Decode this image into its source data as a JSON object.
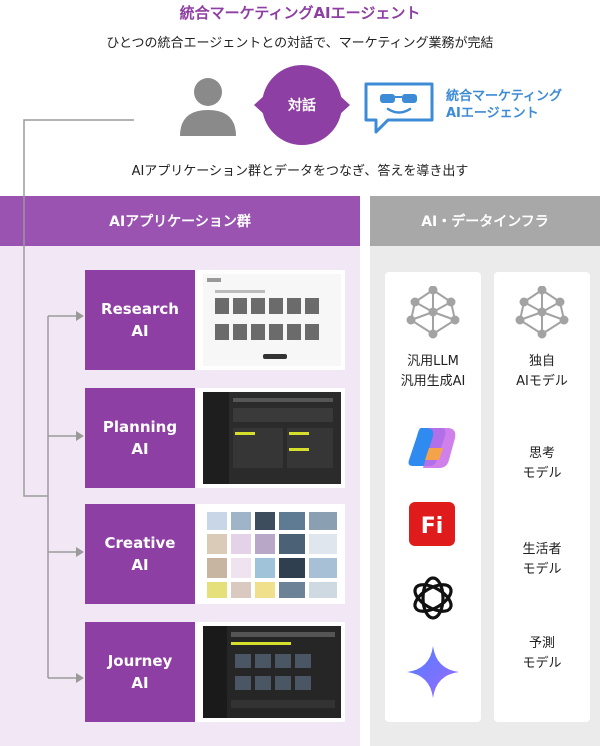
{
  "header": {
    "title": "統合マーケティングAIエージェント",
    "subtitle": "ひとつの統合エージェントとの対話で、マーケティング業務が完結"
  },
  "dialog": {
    "bubble_label": "対話",
    "agent_label_line1": "統合マーケティング",
    "agent_label_line2": "AIエージェント"
  },
  "flow_caption": "AIアプリケーション群とデータをつなぎ、答えを導き出す",
  "apps": {
    "header": "AIアプリケーション群",
    "items": [
      {
        "line1": "Research",
        "line2": "AI"
      },
      {
        "line1": "Planning",
        "line2": "AI"
      },
      {
        "line1": "Creative",
        "line2": "AI"
      },
      {
        "line1": "Journey",
        "line2": "AI"
      }
    ]
  },
  "infra": {
    "header": "AI・データインフラ",
    "general": {
      "line1": "汎用LLM",
      "line2": "汎用生成AI"
    },
    "proprietary": {
      "line1": "独自",
      "line2": "AIモデル",
      "models": [
        {
          "line1": "思考",
          "line2": "モデル"
        },
        {
          "line1": "生活者",
          "line2": "モデル"
        },
        {
          "line1": "予測",
          "line2": "モデル"
        }
      ]
    },
    "logos": [
      "copilot-logo",
      "firefly-logo",
      "openai-logo",
      "gemini-logo"
    ]
  },
  "colors": {
    "brand_purple": "#8e3fa3",
    "header_purple": "#9a53b0",
    "agent_blue": "#3d8bd6",
    "gray": "#a8a8a8"
  }
}
